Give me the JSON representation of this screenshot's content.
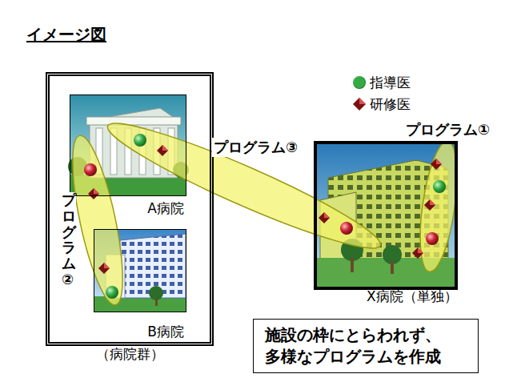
{
  "diagram": {
    "title": "イメージ図",
    "nodes": [
      {
        "text": [
          "（病院群）"
        ]
      },
      {
        "text": [
          "A病院"
        ],
        "in": 0
      },
      {
        "text": [
          "B病院"
        ],
        "in": 0
      },
      {
        "text": [
          "X病院（単独）"
        ]
      },
      {
        "text": [
          "施設の枠にとらわれず、 多様なプログラムを作成"
        ]
      }
    ],
    "labels": [
      "プログラム①",
      "プログラム③",
      "プログラム②"
    ],
    "legend": [
      {
        "text": "指導医",
        "color": "#33aa44"
      },
      {
        "text": "研修医"
      }
    ]
  }
}
